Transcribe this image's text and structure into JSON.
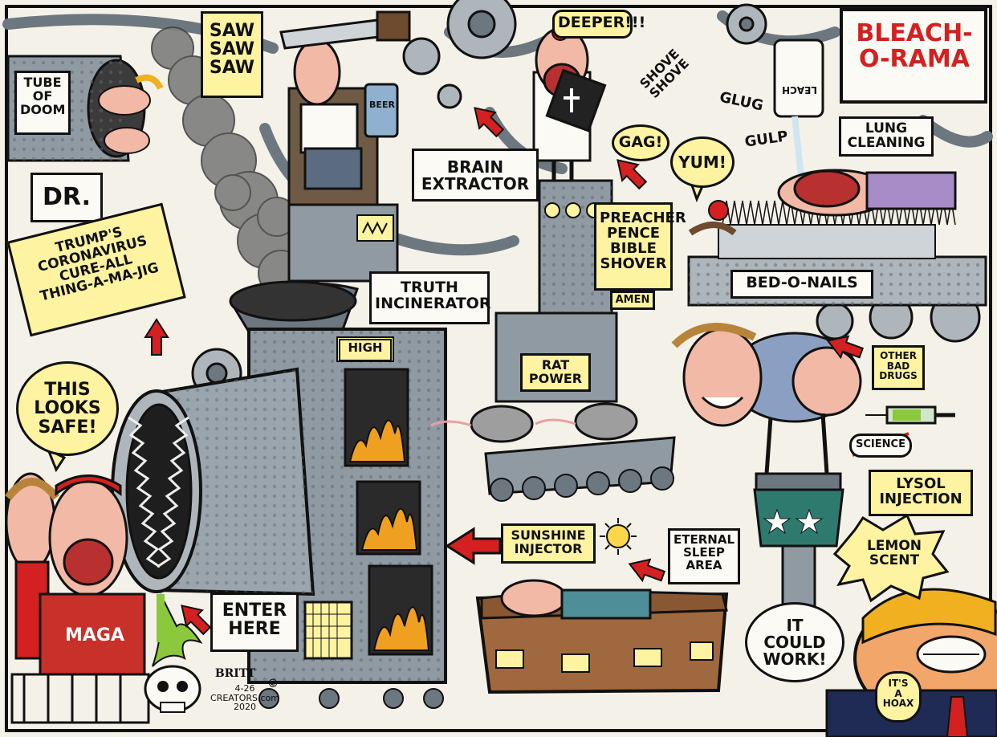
{
  "labels": {
    "saw": "SAW\nSAW\nSAW",
    "deeper": "DEEPER!!!",
    "bleach_title": "BLEACH-\nO-RAMA",
    "tube": "TUBE\nOF\nDOOM",
    "beer": "BEER",
    "bleach_jug": "LEACH",
    "shove": "SHOVE\nSHOVE",
    "glug": "GLUG",
    "gulp": "GULP",
    "lung": "LUNG\nCLEANING",
    "gag": "GAG!",
    "yum": "YUM!",
    "brain": "BRAIN\nEXTRACTOR",
    "dr": "DR.",
    "cure": "TRUMP'S\nCORONAVIRUS\nCURE-ALL\nTHING-A-MA-JIG",
    "preacher": "PREACHER\nPENCE\nBIBLE\nSHOVER",
    "amen": "AMEN",
    "truth": "TRUTH\nINCINERATOR",
    "bed": "BED-O-NAILS",
    "high": "HIGH",
    "rat": "RAT\nPOWER",
    "other_drugs": "OTHER\nBAD\nDRUGS",
    "safe": "THIS\nLOOKS\nSAFE!",
    "science": "SCIENCE",
    "lysol": "LYSOL\nINJECTION",
    "sunshine": "SUNSHINE\nINJECTOR",
    "eternal": "ETERNAL\nSLEEP\nAREA",
    "lemon": "LEMON\nSCENT",
    "work": "IT\nCOULD\nWORK!",
    "enter": "ENTER\nHERE",
    "maga": "MAGA",
    "hoax": "IT'S\nA\nHOAX",
    "signature": "BRITT",
    "credit": "4-26\nCREATORS.com\n2020",
    "copyright": "©"
  },
  "colors": {
    "paper": "#f4f1e8",
    "ink": "#111111",
    "label_yellow": "#fdf3a0",
    "arrow_red": "#d42020",
    "machine_gray": "#8f9aa3",
    "machine_dark": "#5e6871",
    "flame": "#f0a020",
    "flame_hot": "#f6d040",
    "smoke": "#7d7d7d",
    "skin": "#f1b9a6",
    "hair_trump": "#f0b020",
    "slime": "#8cc83c",
    "coffin": "#a0683e",
    "pedestal": "#2f7a6e"
  },
  "icons": [
    "arrow-icon",
    "sun-icon",
    "skull-icon",
    "brain-icon",
    "smiley-icon",
    "rat-icon",
    "bible-icon",
    "syringe-icon",
    "star-icon"
  ]
}
